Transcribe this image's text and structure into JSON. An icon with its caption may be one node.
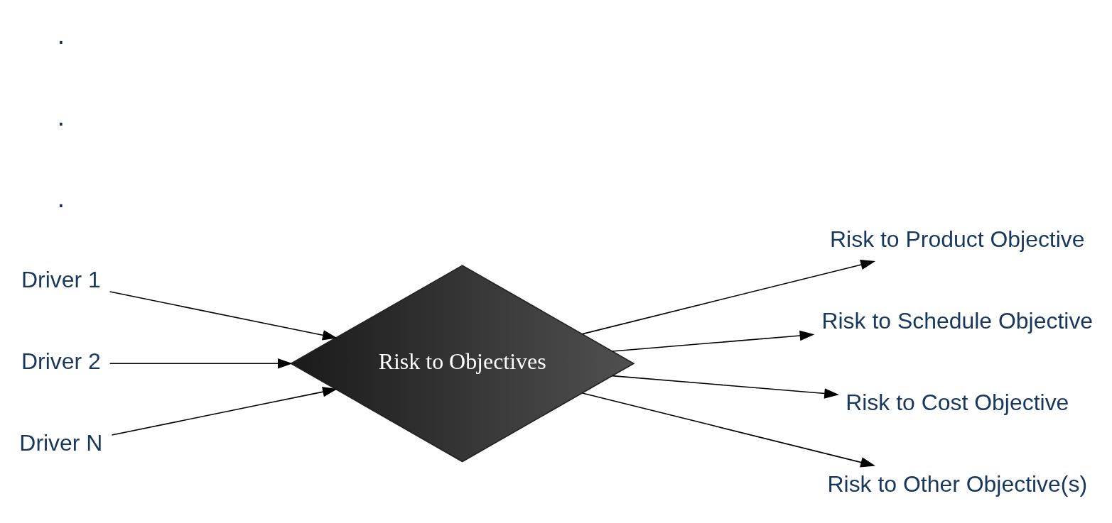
{
  "diagram": {
    "nodes": [
      {
        "text": [
          "Driver 1"
        ]
      },
      {
        "text": [
          "Driver 2"
        ]
      },
      {
        "text": [
          "Driver N"
        ]
      },
      {
        "text": [
          "Risk to Objectives"
        ]
      },
      {
        "text": [
          "Risk to Product Objective"
        ]
      },
      {
        "text": [
          "Risk to Schedule Objective"
        ]
      },
      {
        "text": [
          "Risk to Cost Objective"
        ]
      },
      {
        "text": [
          "Risk to Other Objective(s)"
        ]
      }
    ],
    "edges": [
      {
        "from": 0,
        "to": 3,
        "arrow": "to"
      },
      {
        "from": 1,
        "to": 3,
        "arrow": "to"
      },
      {
        "from": 2,
        "to": 3,
        "arrow": "to"
      },
      {
        "from": 3,
        "to": 4,
        "arrow": "to"
      },
      {
        "from": 3,
        "to": 5,
        "arrow": "to"
      },
      {
        "from": 3,
        "to": 6,
        "arrow": "to"
      },
      {
        "from": 3,
        "to": 7,
        "arrow": "to"
      }
    ],
    "labels": [
      ".",
      ".",
      "."
    ]
  }
}
